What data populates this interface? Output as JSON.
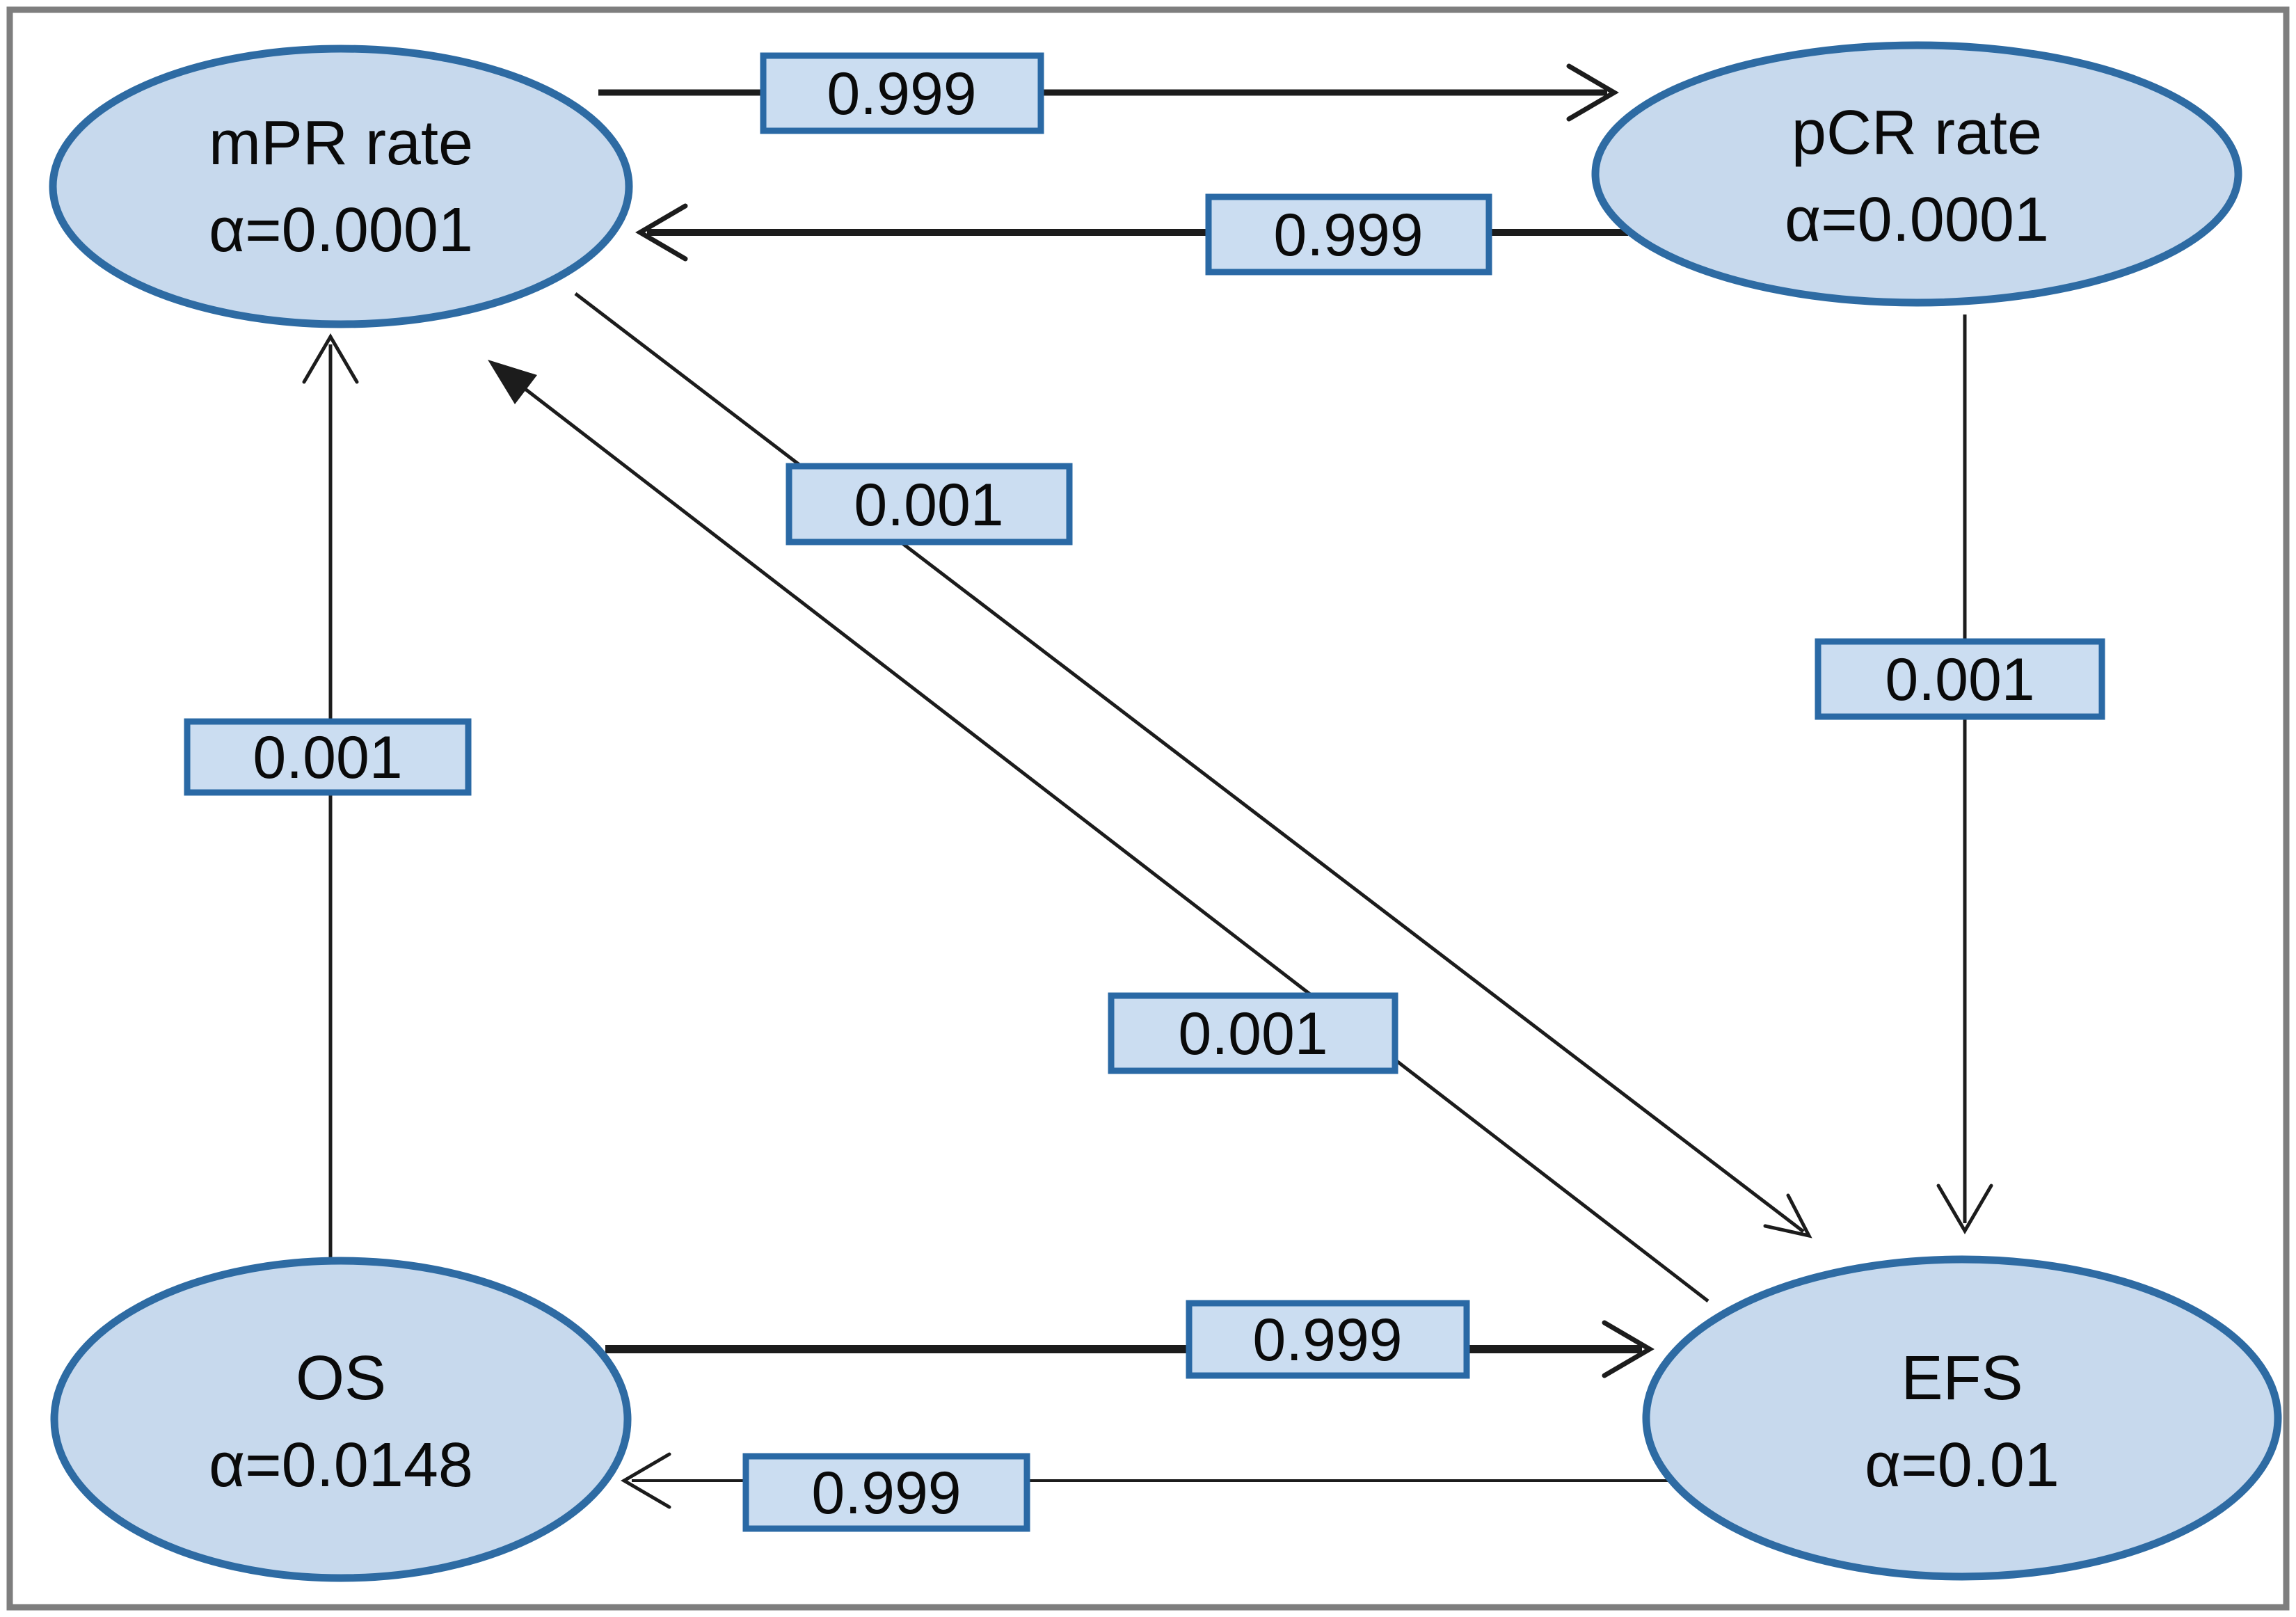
{
  "figure": {
    "description": "State transition diagram of four endpoints with transition probabilities",
    "nodes": {
      "mpr": {
        "name": "mPR rate",
        "alpha": "α=0.0001"
      },
      "pcr": {
        "name": "pCR rate",
        "alpha": "α=0.0001"
      },
      "os": {
        "name": "OS",
        "alpha": "α=0.0148"
      },
      "efs": {
        "name": "EFS",
        "alpha": "α=0.01"
      }
    },
    "edges": {
      "mpr_to_pcr": {
        "label": "0.999"
      },
      "pcr_to_mpr": {
        "label": "0.999"
      },
      "os_to_mpr": {
        "label": "0.001"
      },
      "pcr_to_efs": {
        "label": "0.001"
      },
      "mpr_to_efs": {
        "label": "0.001"
      },
      "efs_to_mpr": {
        "label": "0.001"
      },
      "os_to_efs": {
        "label": "0.999"
      },
      "efs_to_os": {
        "label": "0.999"
      }
    },
    "colors": {
      "node_fill": "#c7d9ed",
      "node_stroke": "#2e6ba3",
      "label_fill": "#cbddf1",
      "label_stroke": "#2a69a5",
      "arrow": "#1c1c1c",
      "border": "#7e7e7e",
      "background": "#ffffff"
    }
  }
}
